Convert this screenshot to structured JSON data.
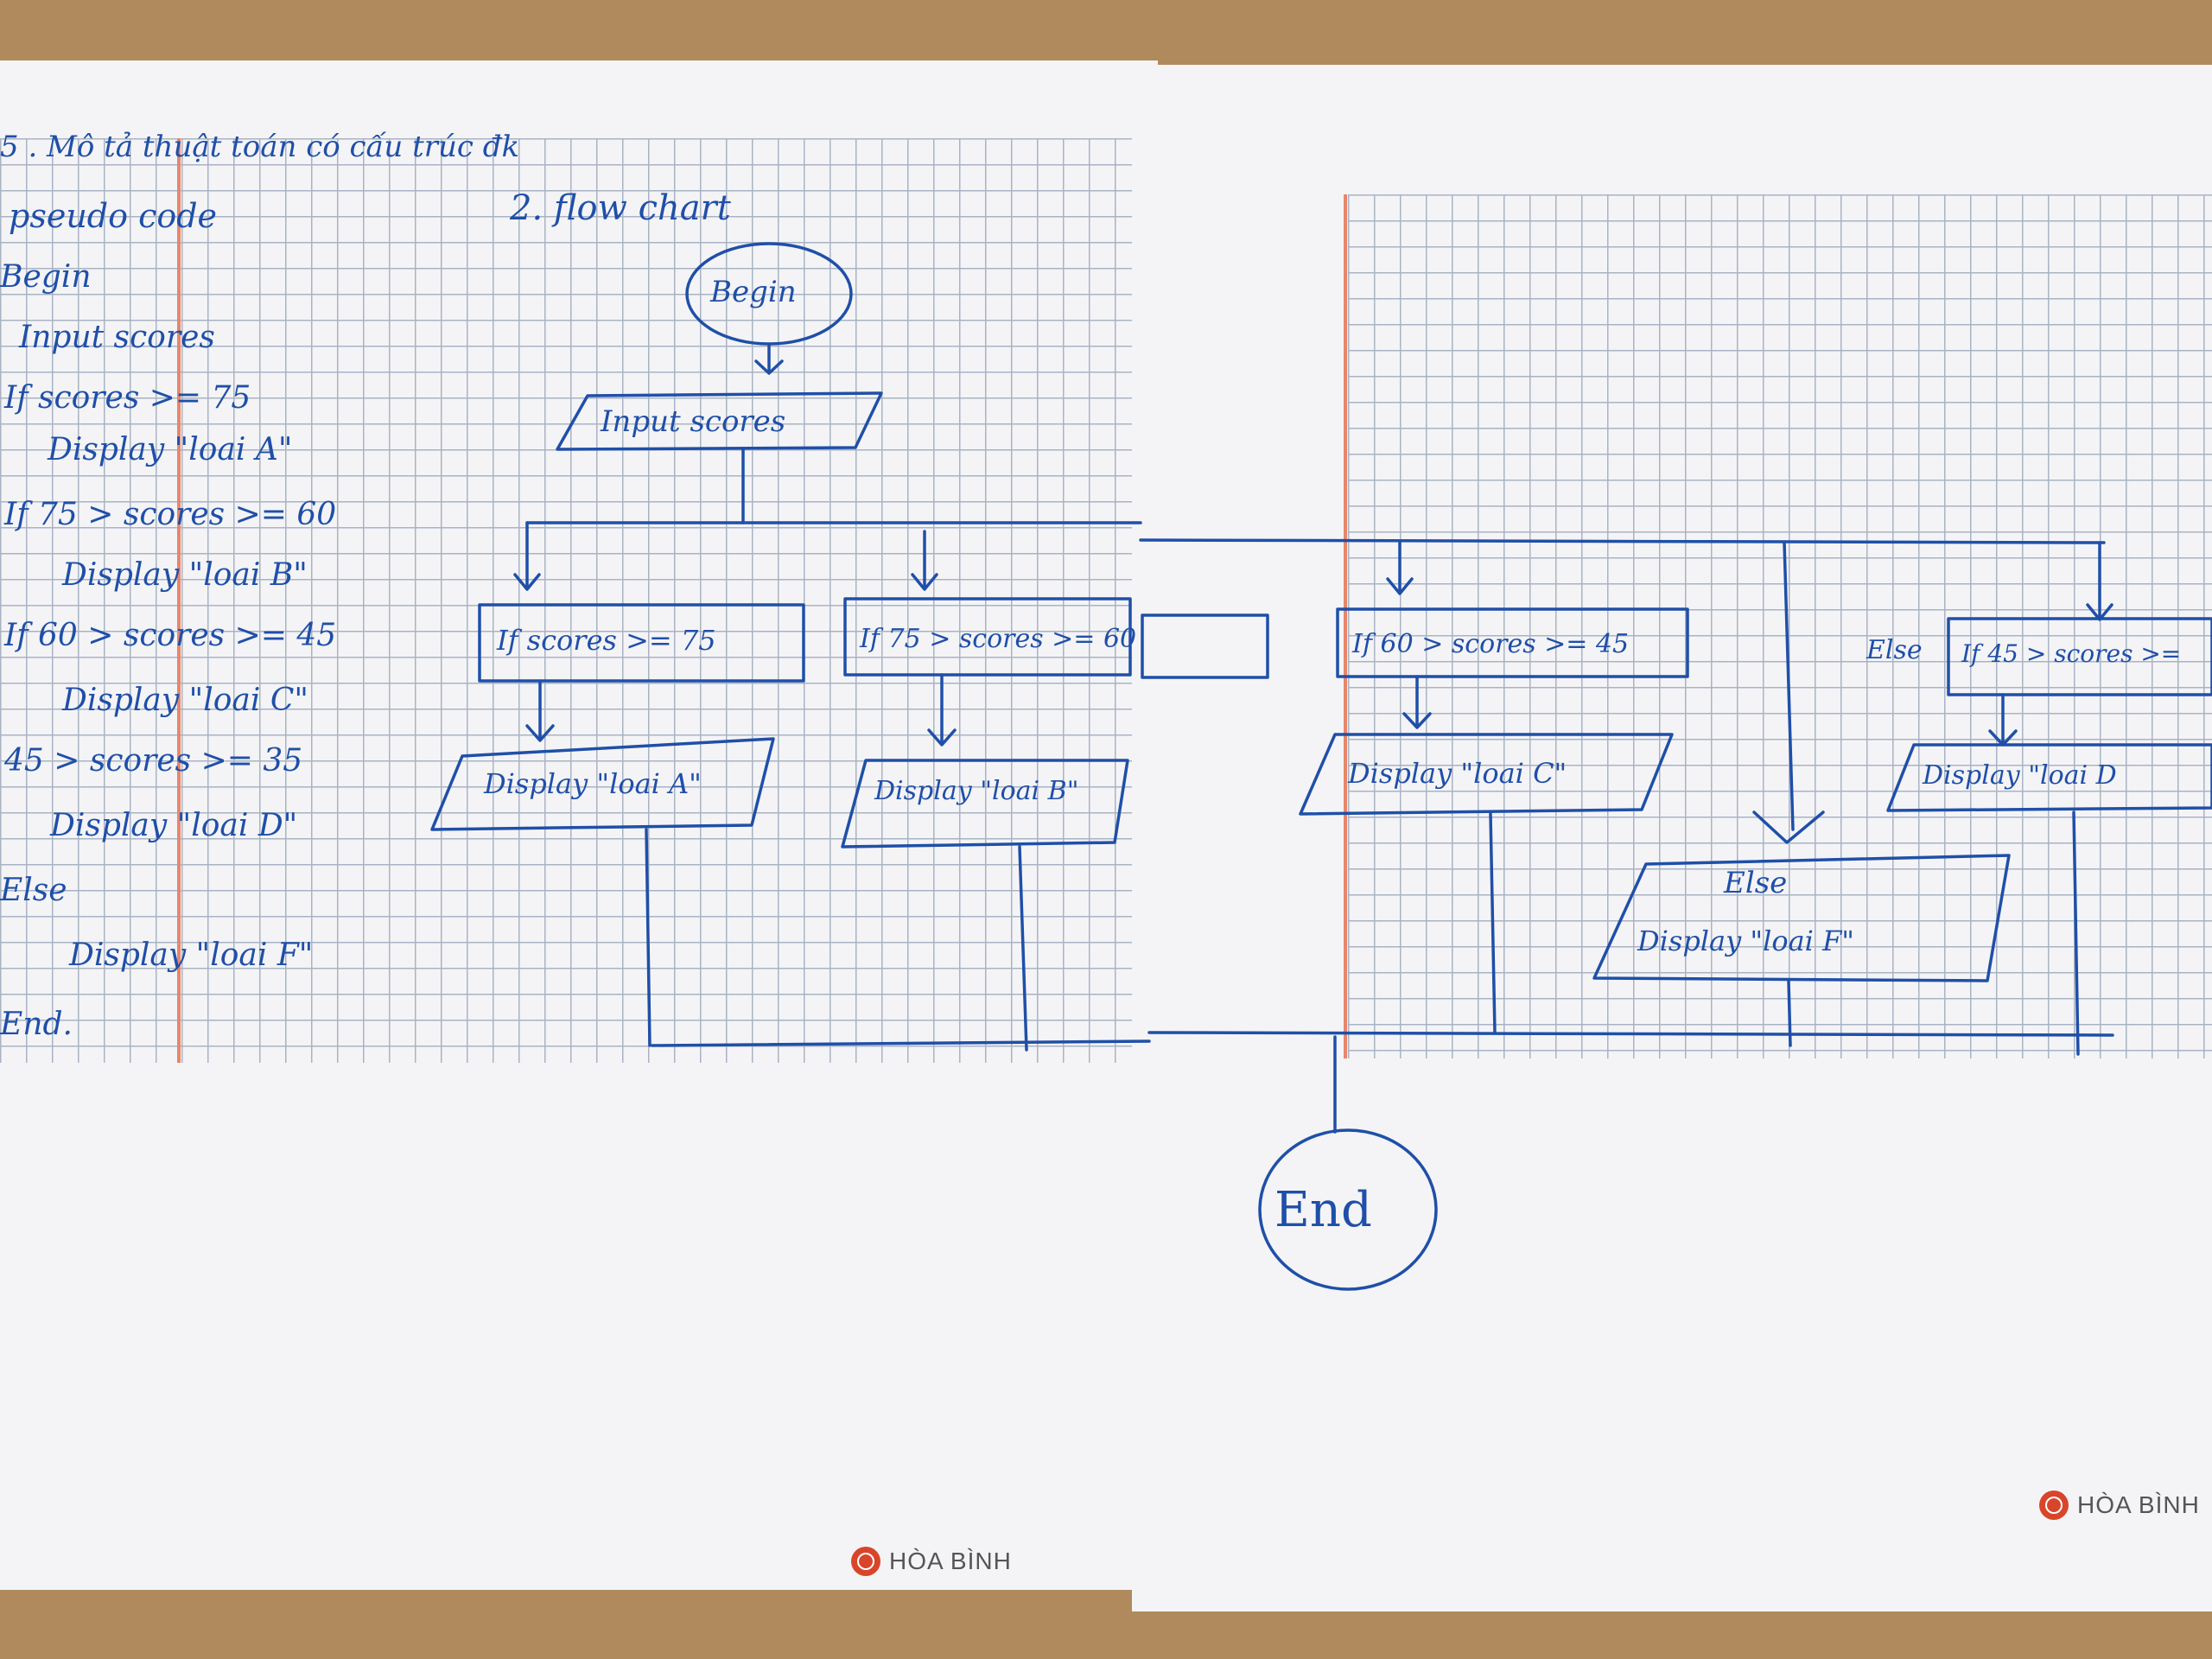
{
  "brand": {
    "name": "HÒA BÌNH"
  },
  "header": {
    "title": "5 . Mô tả thuật toán có cấu trúc đk",
    "pseudo_label": "pseudo code",
    "flow_label": "2. flow chart"
  },
  "pseudocode": [
    "Begin",
    "Input scores",
    "If scores >= 75",
    "Display \"loai A\"",
    "If 75 > scores >= 60",
    "Display \"loai B\"",
    "If 60 > scores >= 45",
    "Display \"loai C\"",
    "45 > scores >= 35",
    "Display \"loai D\"",
    "Else",
    "Display \"loai F\"",
    "End."
  ],
  "flowchart": {
    "begin": "Begin",
    "input": "Input scores",
    "cond_a": "If scores >= 75",
    "cond_b": "If 75 > scores >= 60",
    "cond_c": "If 60 > scores >= 45",
    "cond_d": "If 45 > scores >=",
    "else_branch": "Else",
    "out_a": "Display \"loai A\"",
    "out_b": "Display \"loai B\"",
    "out_c": "Display \"loai C\"",
    "out_d": "Display \"loai D",
    "out_f": "Display \"loai F\"",
    "end": "End"
  },
  "colors": {
    "ink": "#1f4fa8",
    "paper": "#f4f4f6",
    "grid": "#a9b3c4",
    "margin": "#e8866a",
    "desk": "#b08a5c"
  }
}
